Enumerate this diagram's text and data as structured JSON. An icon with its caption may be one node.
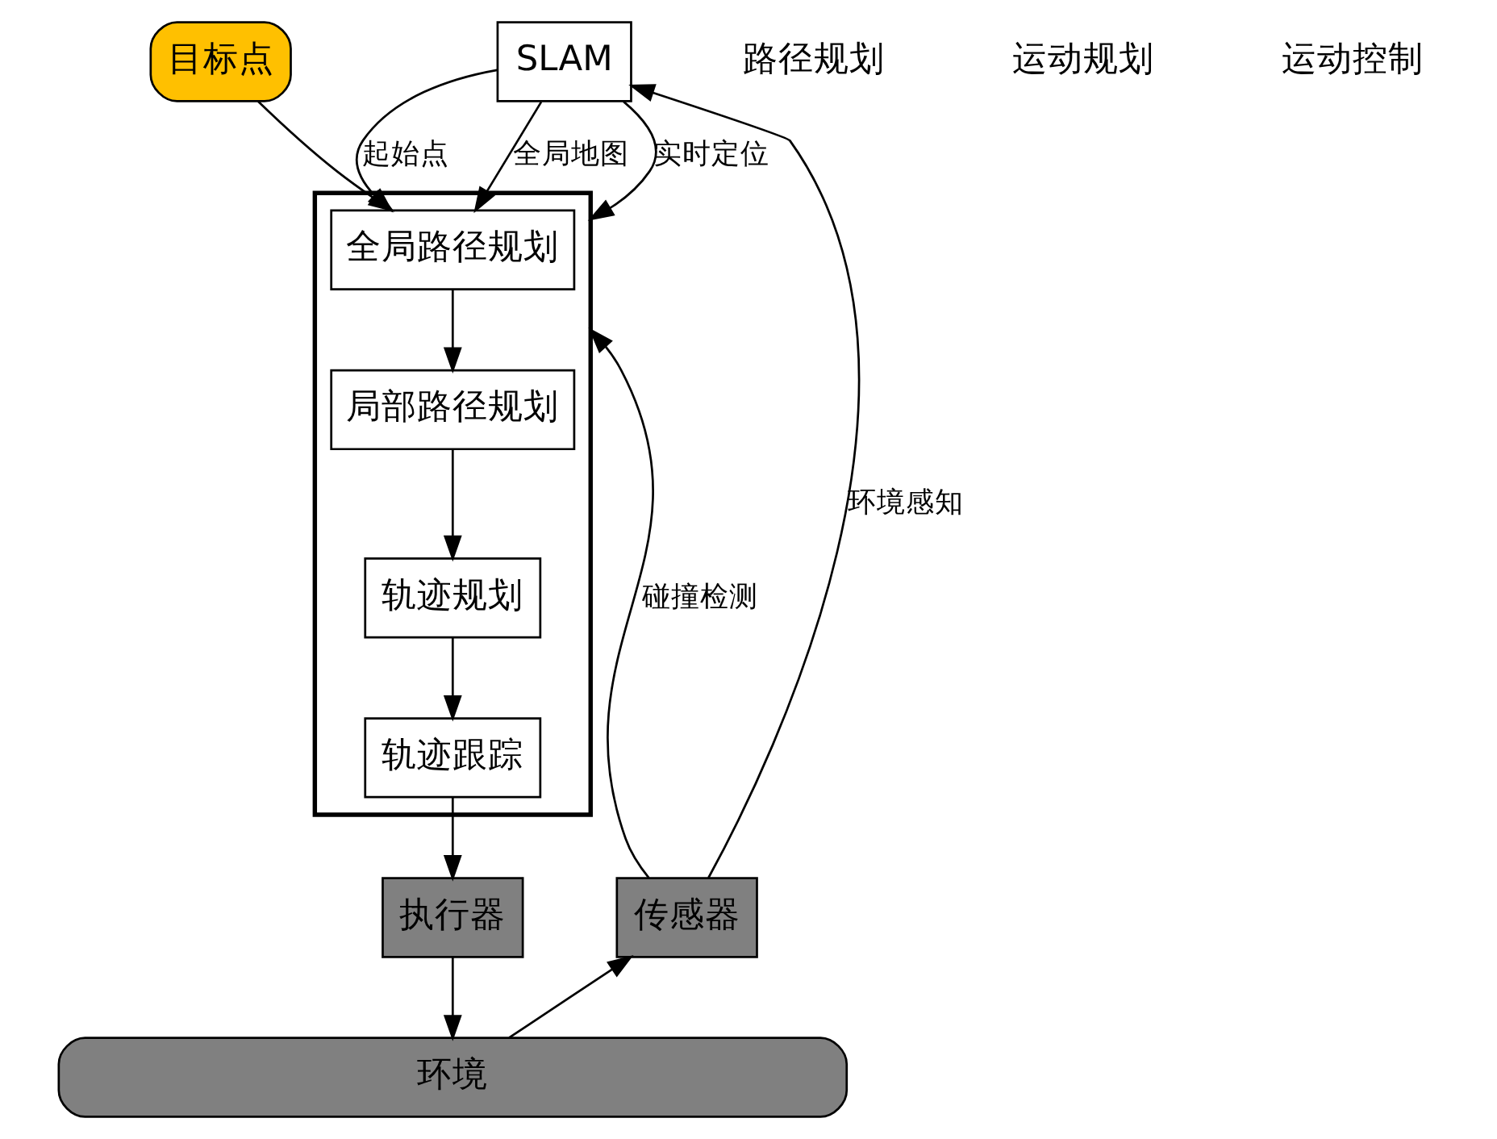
{
  "diagram": {
    "nodes": [
      {
        "text": [
          "目标点"
        ]
      },
      {
        "text": [
          "SLAM"
        ]
      },
      {
        "text": [],
        "shape": "box"
      },
      {
        "text": [
          "全局路径规划"
        ],
        "in": 2
      },
      {
        "text": [
          "局部路径规划"
        ],
        "in": 2
      },
      {
        "text": [
          "轨迹规划"
        ],
        "in": 2
      },
      {
        "text": [
          "轨迹跟踪"
        ],
        "in": 2
      },
      {
        "text": [
          "传感器"
        ]
      },
      {
        "text": [
          "执行器"
        ]
      },
      {
        "text": [
          "环境"
        ]
      }
    ],
    "edges": [
      {
        "from": 1,
        "to": 3,
        "arrow": "to",
        "label": "起始点"
      },
      {
        "from": 0,
        "to": 3,
        "arrow": "to"
      },
      {
        "from": 1,
        "to": 3,
        "arrow": "to",
        "label": "全局地图"
      },
      {
        "from": 1,
        "to": 2,
        "arrow": "to",
        "label": "实时定位"
      },
      {
        "from": 7,
        "to": 2,
        "arrow": "to",
        "label": "碰撞检测"
      },
      {
        "from": 3,
        "to": 4,
        "arrow": "to"
      },
      {
        "from": 4,
        "to": 5,
        "arrow": "to"
      },
      {
        "from": 5,
        "to": 6,
        "arrow": "to"
      },
      {
        "from": 6,
        "to": 8,
        "arrow": "to"
      },
      {
        "from": 8,
        "to": 9,
        "arrow": "to"
      },
      {
        "from": 9,
        "to": 7,
        "arrow": "to"
      },
      {
        "from": 7,
        "to": 1,
        "arrow": "to",
        "label": "环境感知"
      }
    ],
    "labels": [
      "路径规划",
      "运动规划",
      "运动控制"
    ]
  }
}
